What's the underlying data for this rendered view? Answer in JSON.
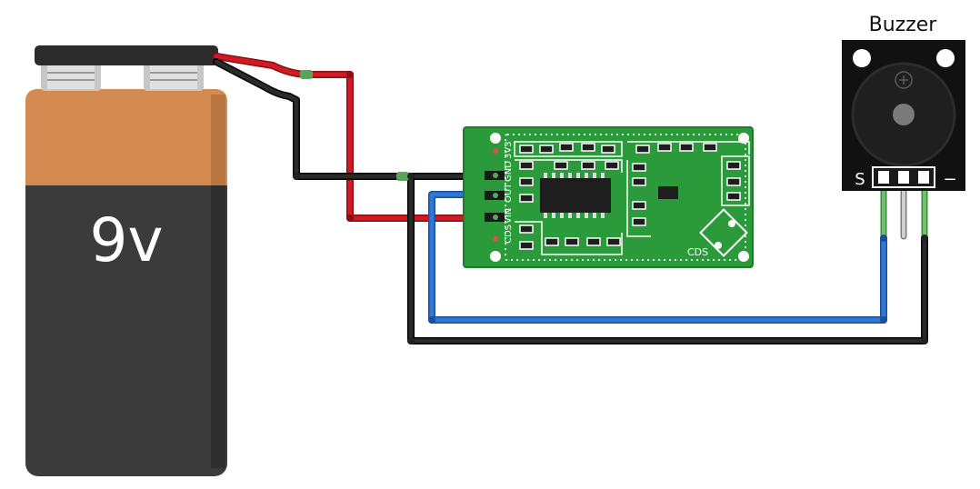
{
  "battery": {
    "label": "9v",
    "colors": {
      "cap": "#d48b52",
      "body": "#3b3b3b",
      "terminal_cap": "#2b2b2b"
    }
  },
  "sensor_module": {
    "pin_labels": [
      "3V3",
      "GND",
      "OUT",
      "VIN",
      "CDS"
    ],
    "corner_label": "CDS",
    "colors": {
      "board": "#2b9a3a",
      "silk": "#ffffff",
      "chip": "#1e1e1e"
    }
  },
  "buzzer": {
    "title": "Buzzer",
    "pin_signal_label": "S",
    "pin_minus_label": "−",
    "colors": {
      "board": "#111111",
      "disc": "#222222"
    }
  },
  "wires": {
    "colors": {
      "red": "#c9171e",
      "black": "#1a1a1a",
      "blue": "#2a6fc9",
      "green": "#5aa55a"
    }
  }
}
